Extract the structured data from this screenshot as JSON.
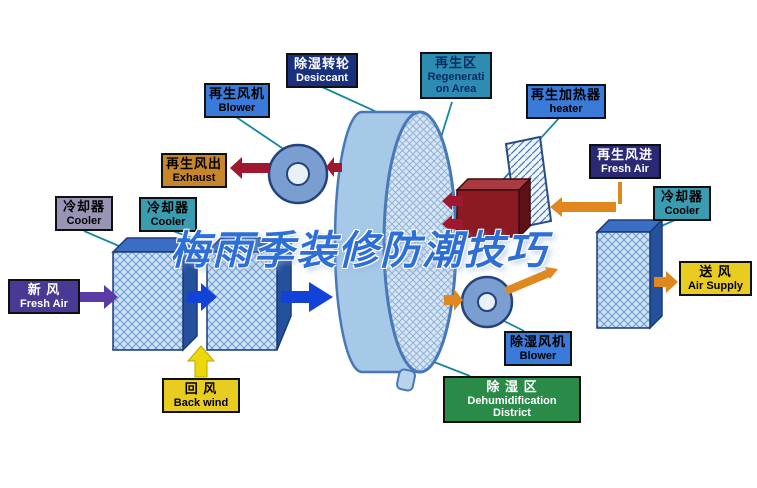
{
  "watermark": "梅雨季装修防潮技巧",
  "labels": {
    "desiccant": {
      "zh": "除湿转轮",
      "en": "Desiccant"
    },
    "regeneration_area": {
      "zh": "再生区",
      "en1": "Regenerati",
      "en2": "on Area"
    },
    "regen_blower": {
      "zh": "再生风机",
      "en": "Blower"
    },
    "regen_heater": {
      "zh": "再生加热器",
      "en": "heater"
    },
    "exhaust": {
      "zh": "再生风出",
      "en": "Exhaust"
    },
    "cooler_left": {
      "zh": "冷却器",
      "en": "Cooler"
    },
    "cooler_mid": {
      "zh": "冷却器",
      "en": "Cooler"
    },
    "cooler_right": {
      "zh": "冷却器",
      "en": "Cooler"
    },
    "fresh_air_left": {
      "zh": "新  风",
      "en": "Fresh Air"
    },
    "regen_fresh_air": {
      "zh": "再生风进",
      "en": "Fresh Air"
    },
    "air_supply": {
      "zh": "送  风",
      "en": "Air Supply"
    },
    "back_wind": {
      "zh": "回  风",
      "en": "Back wind"
    },
    "dehumid_blower": {
      "zh": "除湿风机",
      "en": "Blower"
    },
    "dehumid_district": {
      "zh": "除 湿 区",
      "en1": "Dehumidification",
      "en2": "District"
    }
  },
  "colors": {
    "process_arrow_blue": "#1242d8",
    "fresh_air_purple": "#5a3aa4",
    "regen_exhaust_red": "#a01830",
    "supply_orange": "#e08820",
    "return_yellow": "#ecd80a",
    "connector_teal": "#18889c"
  }
}
